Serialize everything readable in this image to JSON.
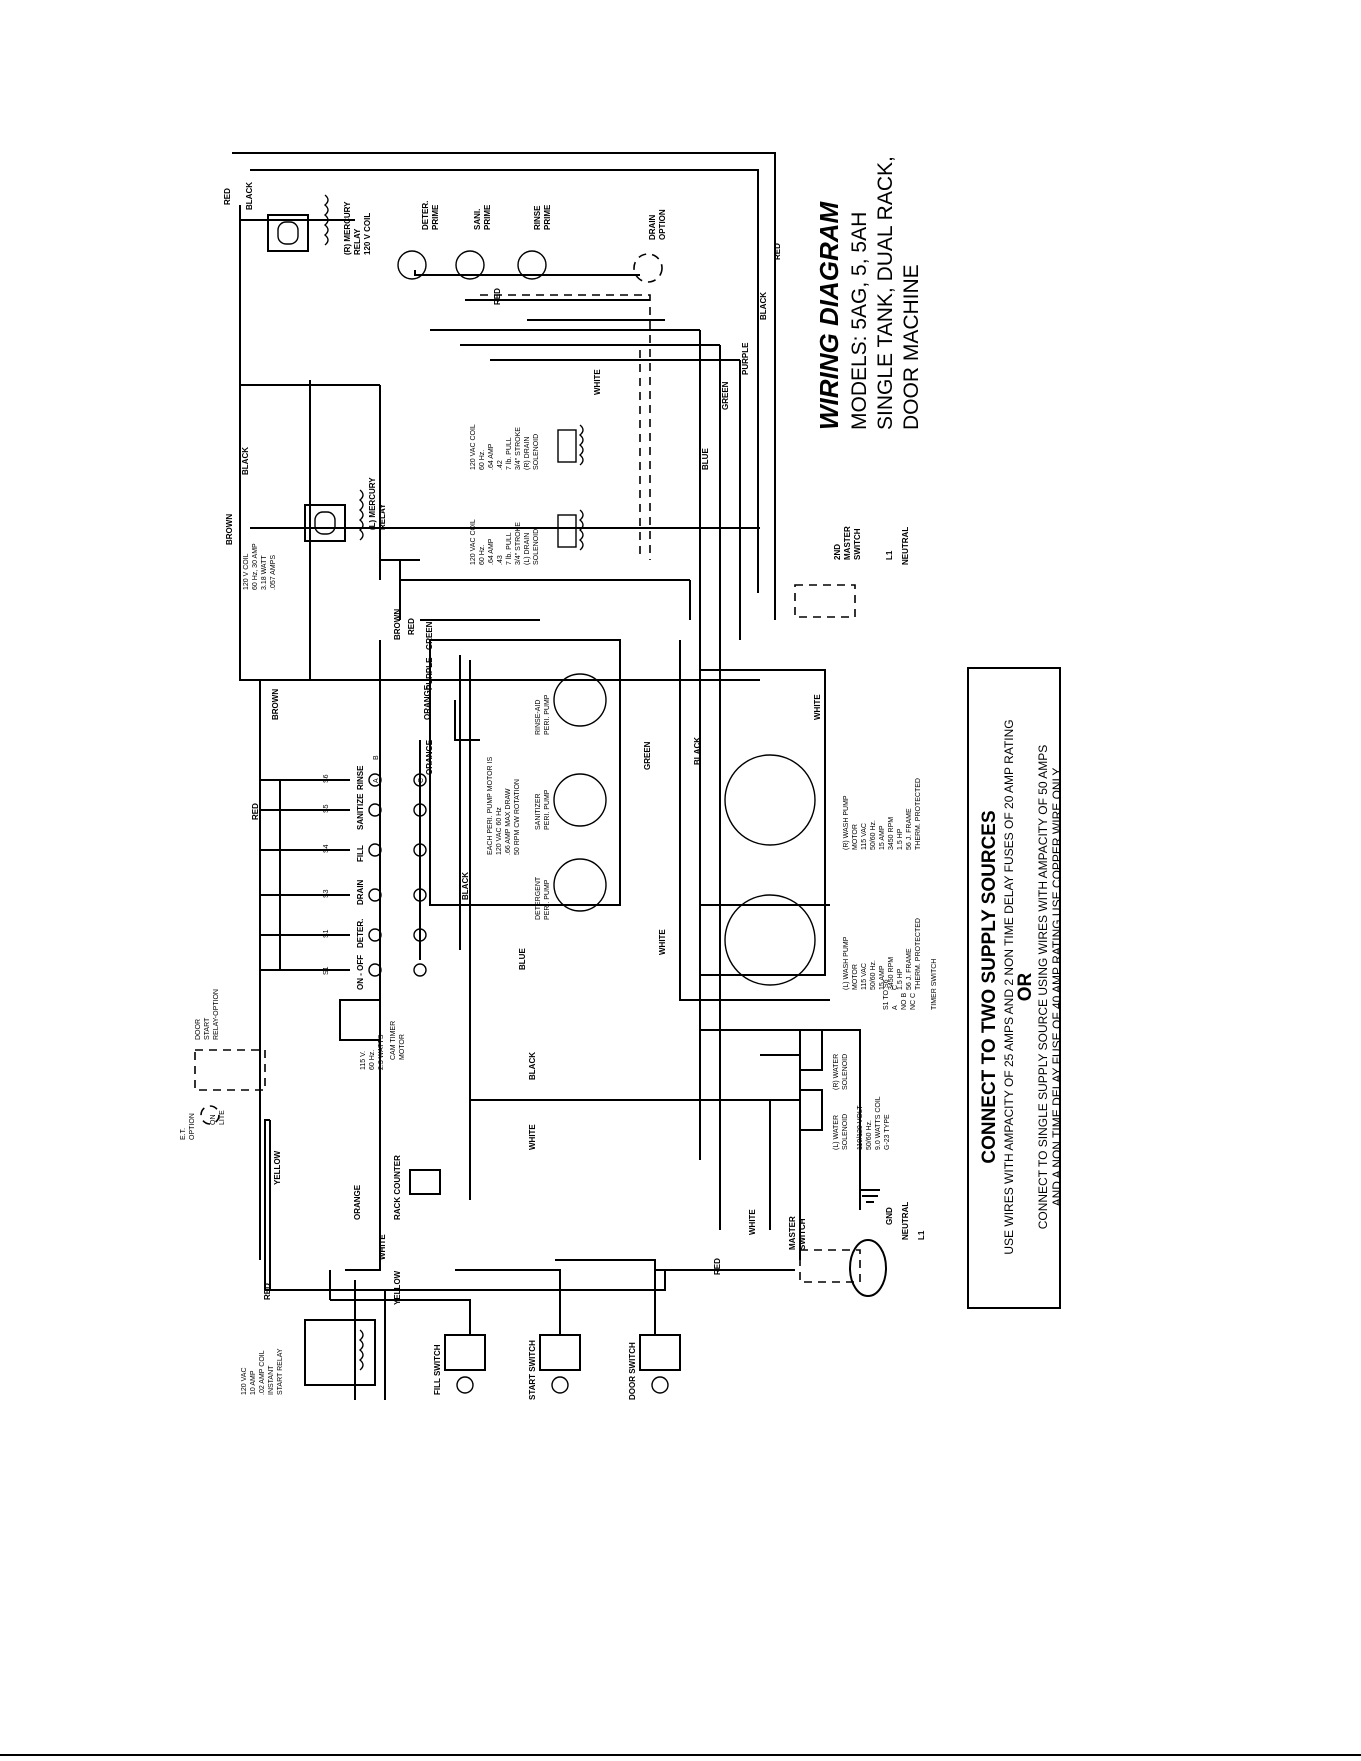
{
  "title": {
    "heading": "WIRING DIAGRAM",
    "models": "MODELS: 5AG, 5, 5AH",
    "line2": "SINGLE TANK, DUAL RACK,",
    "line3": "DOOR MACHINE"
  },
  "supply_box": {
    "heading": "CONNECT TO TWO SUPPLY SOURCES",
    "line1": "USE WIRES WITH AMPACITY OF 25 AMPS AND 2 NON TIME DELAY FUSES OF 20 AMP RATING",
    "or": "OR",
    "line2": "CONNECT TO SINGLE SUPPLY SOURCE USING WIRES WITH AMPACITY OF 50 AMPS",
    "line3": "AND A NON TIME DELAY FUSE OF 40 AMP RATING USE COPPER WIRE ONLY"
  },
  "wire_colors": {
    "red": "RED",
    "black": "BLACK",
    "brown": "BROWN",
    "white": "WHITE",
    "blue": "BLUE",
    "green": "GREEN",
    "purple": "PURPLE",
    "orange": "ORANGE",
    "yellow": "YELLOW"
  },
  "components": {
    "mercury_relay_r": [
      "(R) MERCURY",
      "RELAY",
      "120 V COIL"
    ],
    "mercury_relay_l": [
      "(L) MERCURY",
      "RELAY"
    ],
    "relay_rating": [
      "120 V COIL",
      "60 Hz, 30 AMP",
      "3.18 WATT",
      ".057 AMPS"
    ],
    "deter_prime": [
      "DETER.",
      "PRIME"
    ],
    "sani_prime": [
      "SANI.",
      "PRIME"
    ],
    "rinse_prime": [
      "RINSE",
      "PRIME"
    ],
    "drain_option": [
      "DRAIN",
      "OPTION"
    ],
    "drain_solenoid_r": [
      "120 VAC COIL",
      "60 Hz.",
      ".64 AMP",
      ".42",
      "7 lb. PULL",
      "3/4\" STROKE",
      "(R) DRAIN",
      "SOLENOID"
    ],
    "drain_solenoid_l": [
      "120 VAC COIL",
      "60 Hz.",
      ".64 AMP",
      ".43",
      "7 lb. PULL",
      "3/4\" STROKE",
      "(L) DRAIN",
      "SOLENOID"
    ],
    "second_master": [
      "2ND",
      "MASTER",
      "SWITCH"
    ],
    "l1": "L1",
    "neutral": "NEUTRAL",
    "gnd": "GND",
    "master_switch": [
      "MASTER",
      "SWITCH"
    ],
    "peri_note": [
      "EACH PERI. PUMP MOTOR IS",
      "120 VAC  60 Hz",
      ".66 AMP MAX DRAW",
      "50 RPM CW ROTATION"
    ],
    "rinse_aid_pump": [
      "RINSE-AID",
      "PERI. PUMP"
    ],
    "sanitizer_pump": [
      "SANITIZER",
      "PERI. PUMP"
    ],
    "detergent_pump": [
      "DETERGENT",
      "PERI. PUMP"
    ],
    "wash_pump_r": [
      "(R) WASH PUMP",
      "MOTOR",
      "115 VAC",
      "50/60 Hz.",
      "15 AMP",
      "3450 RPM",
      "1.5 HP",
      "56 J. FRAME",
      "THERM. PROTECTED"
    ],
    "wash_pump_l": [
      "(L) WASH PUMP",
      "MOTOR",
      "115 VAC",
      "50/60 Hz.",
      "15 AMP",
      "3450 RPM",
      "1.5 HP",
      "56 J. FRAME",
      "THERM. PROTECTED"
    ],
    "water_solenoid_r": [
      "(R) WATER",
      "SOLENOID"
    ],
    "water_solenoid_l": [
      "(L) WATER",
      "SOLENOID"
    ],
    "water_solenoid_spec": [
      "110/120 VOLT",
      "50/60 Hz.",
      "9.0 WATTS COIL",
      "G-23 TYPE"
    ],
    "timer_switch": [
      "S1 TO S6",
      "A",
      "C",
      "NO B",
      "NC C",
      "TIMER SWITCH"
    ],
    "cam_timer": [
      "CAM TIMER",
      "MOTOR"
    ],
    "cam_timer_spec": [
      "115 V.",
      "60 Hz.",
      "2.3 WATTS"
    ],
    "door_start": [
      "DOOR",
      "START",
      "RELAY-OPTION"
    ],
    "et_option": [
      "E.T.",
      "OPTION"
    ],
    "on_lite": [
      "ON",
      "LITE"
    ],
    "rack_counter": "RACK COUNTER",
    "instant_relay": [
      "120 VAC",
      "10 AMP",
      ".02 AMP COIL",
      "INSTANT",
      "START RELAY"
    ],
    "fill_switch": "FILL SWITCH",
    "start_switch": "START SWITCH",
    "door_switch": "DOOR SWITCH"
  },
  "cam_labels": [
    "ON - OFF",
    "DETER.",
    "DRAIN",
    "FILL",
    "SANITIZE",
    "RINSE"
  ],
  "switch_ids": [
    "S1",
    "S1",
    "S3",
    "S4",
    "S5",
    "S6"
  ],
  "terminal_letters": [
    "A",
    "B",
    "C"
  ]
}
